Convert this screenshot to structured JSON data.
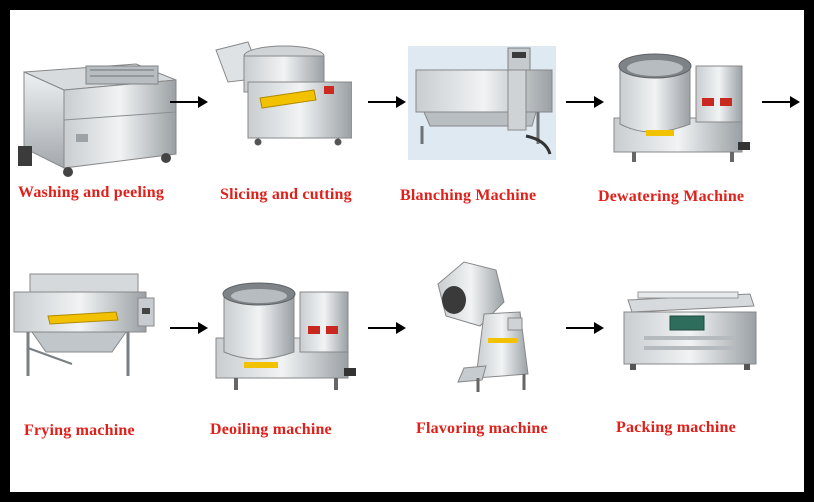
{
  "labels": {
    "washing": "Washing and peeling",
    "slicing": "Slicing and cutting",
    "blanching": "Blanching Machine",
    "dewatering": "Dewatering Machine",
    "frying": "Frying machine",
    "deoiling": "Deoiling machine",
    "flavoring": "Flavoring machine",
    "packing": "Packing machine"
  },
  "colors": {
    "label": "#e0201a",
    "frame": "#000000",
    "steel_light": "#dfe3e6",
    "steel_dark": "#8d9296",
    "warning_plate": "#f2c200"
  },
  "icons": [
    "washing-machine",
    "slicing-machine",
    "blanching-machine",
    "dewatering-machine",
    "frying-machine",
    "deoiling-machine",
    "flavoring-machine",
    "packing-machine",
    "arrow-right"
  ]
}
